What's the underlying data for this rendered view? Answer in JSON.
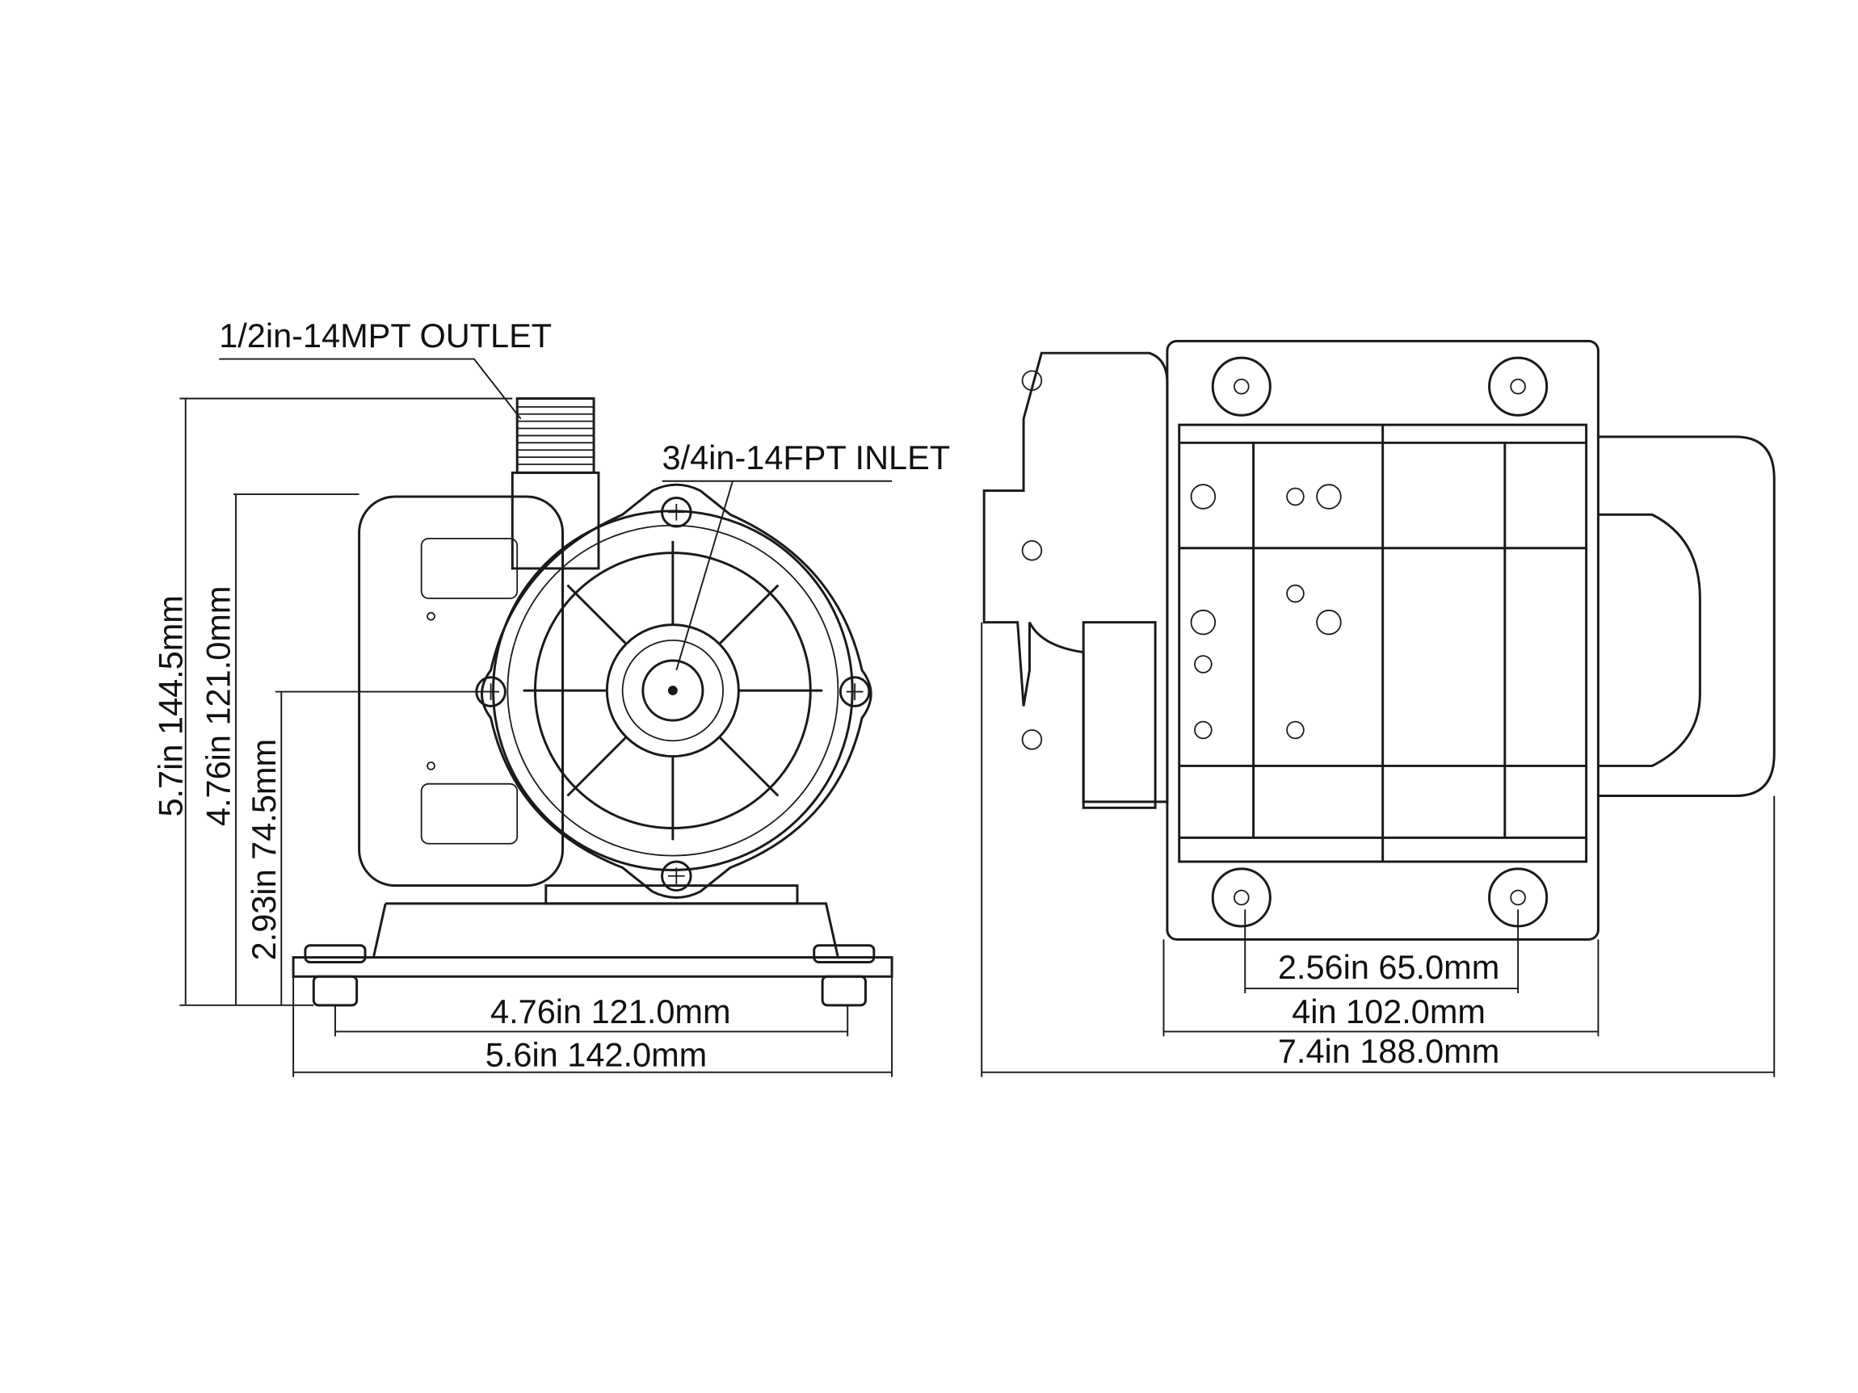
{
  "labels": {
    "outlet": "1/2in-14MPT OUTLET",
    "inlet": "3/4in-14FPT INLET"
  },
  "front_view": {
    "height_total": "5.7in  144.5mm",
    "height_body": "4.76in  121.0mm",
    "height_center": "2.93in  74.5mm",
    "width_mount": "4.76in  121.0mm",
    "width_total": "5.6in  142.0mm"
  },
  "side_view": {
    "width_holes": "2.56in  65.0mm",
    "width_body": "4in  102.0mm",
    "length_total": "7.4in  188.0mm"
  },
  "colors": {
    "line": "#1a1a1a",
    "background": "#ffffff"
  }
}
